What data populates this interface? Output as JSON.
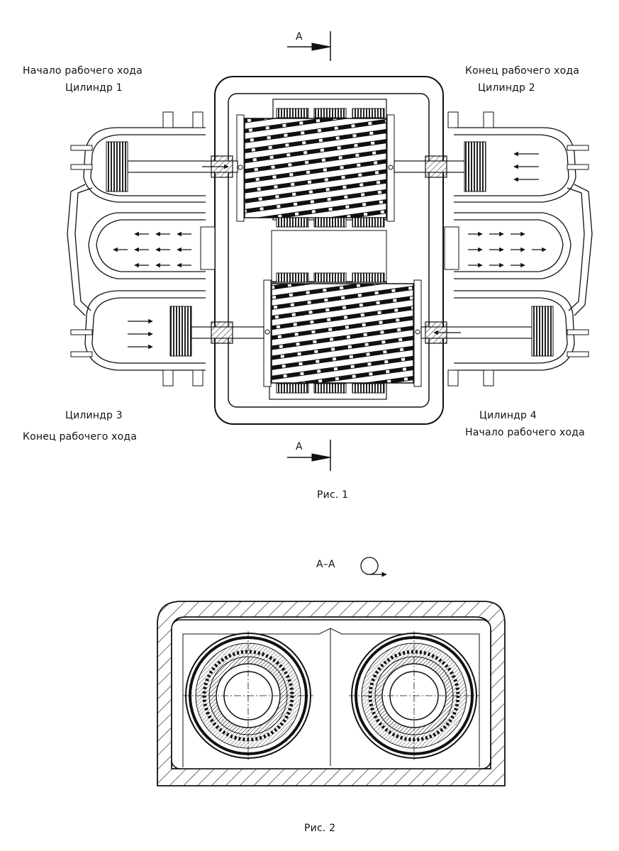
{
  "fig1": {
    "section_label_top": "A",
    "section_label_bottom": "A",
    "cyl1": {
      "status": "Начало рабочего хода",
      "name": "Цилиндр 1"
    },
    "cyl2": {
      "status": "Конец рабочего хода",
      "name": "Цилиндр 2"
    },
    "cyl3": {
      "name": "Цилиндр 3",
      "status": "Конец рабочего хода"
    },
    "cyl4": {
      "name": "Цилиндр 4",
      "status": "Начало рабочего хода"
    },
    "caption": "Рис. 1"
  },
  "fig2": {
    "section_title": "А–А",
    "caption": "Рис. 2"
  }
}
